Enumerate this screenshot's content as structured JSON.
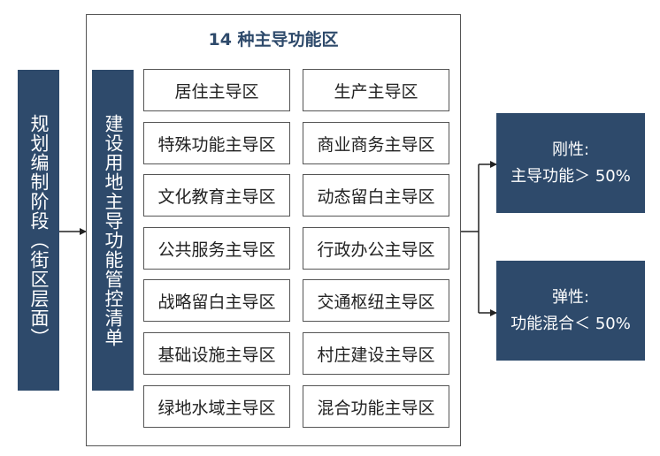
{
  "left_stage": "规划编制阶段（街区层面）",
  "list_label": "建设用地主导功能管控清单",
  "group_title": "14 种主导功能区",
  "zones_left": [
    "居住主导区",
    "特殊功能主导区",
    "文化教育主导区",
    "公共服务主导区",
    "战略留白主导区",
    "基础设施主导区",
    "绿地水域主导区"
  ],
  "zones_right": [
    "生产主导区",
    "商业商务主导区",
    "动态留白主导区",
    "行政办公主导区",
    "交通枢纽主导区",
    "村庄建设主导区",
    "混合功能主导区"
  ],
  "outcomes": [
    {
      "title": "刚性:",
      "detail": "主导功能＞ 50%"
    },
    {
      "title": "弹性:",
      "detail": "功能混合＜ 50%"
    }
  ],
  "colors": {
    "box_fill": "#2e4a6b",
    "border": "#555555",
    "title_text": "#2e4a6b"
  }
}
